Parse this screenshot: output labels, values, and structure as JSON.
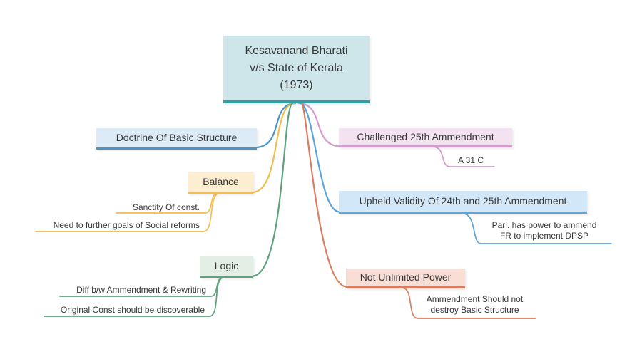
{
  "nodes": {
    "root": {
      "label": "Kesavanand Bharati\nv/s State of Kerala\n(1973)"
    },
    "doctrine": {
      "label": "Doctrine Of Basic Structure"
    },
    "balance": {
      "label": "Balance"
    },
    "sanctity": {
      "label": "Sanctity Of const."
    },
    "need": {
      "label": "Need to further goals of Social reforms"
    },
    "logic": {
      "label": "Logic"
    },
    "diff": {
      "label": "Diff b/w Ammendment & Rewriting"
    },
    "original": {
      "label": "Original Const should be discoverable"
    },
    "challenged": {
      "label": "Challenged 25th Ammendment"
    },
    "a31c": {
      "label": "A 31 C"
    },
    "upheld": {
      "label": "Upheld Validity Of 24th and 25th Ammendment"
    },
    "parl": {
      "label": "Parl. has power to ammend\nFR to implement DPSP"
    },
    "not_unlimited": {
      "label": "Not Unlimited Power"
    },
    "destroy": {
      "label": "Ammendment Should not\ndestroy Basic Structure"
    }
  },
  "colors": {
    "root_line": "#2f9fa4",
    "root_fill": "#cee6e9",
    "blue_line": "#4a94c8",
    "blue_fill": "#dcebf5",
    "yellow_line": "#f2bc4e",
    "yellow_fill": "#fdeed2",
    "green_line": "#5da37b",
    "green_fill": "#e3eee4",
    "pink_line": "#d49bce",
    "pink_fill": "#f3e3f1",
    "lblue_line": "#5ba4dc",
    "lblue_fill": "#d2e8f8",
    "red_line": "#d97e62",
    "red_fill": "#f8ded4",
    "text": "#383838"
  }
}
